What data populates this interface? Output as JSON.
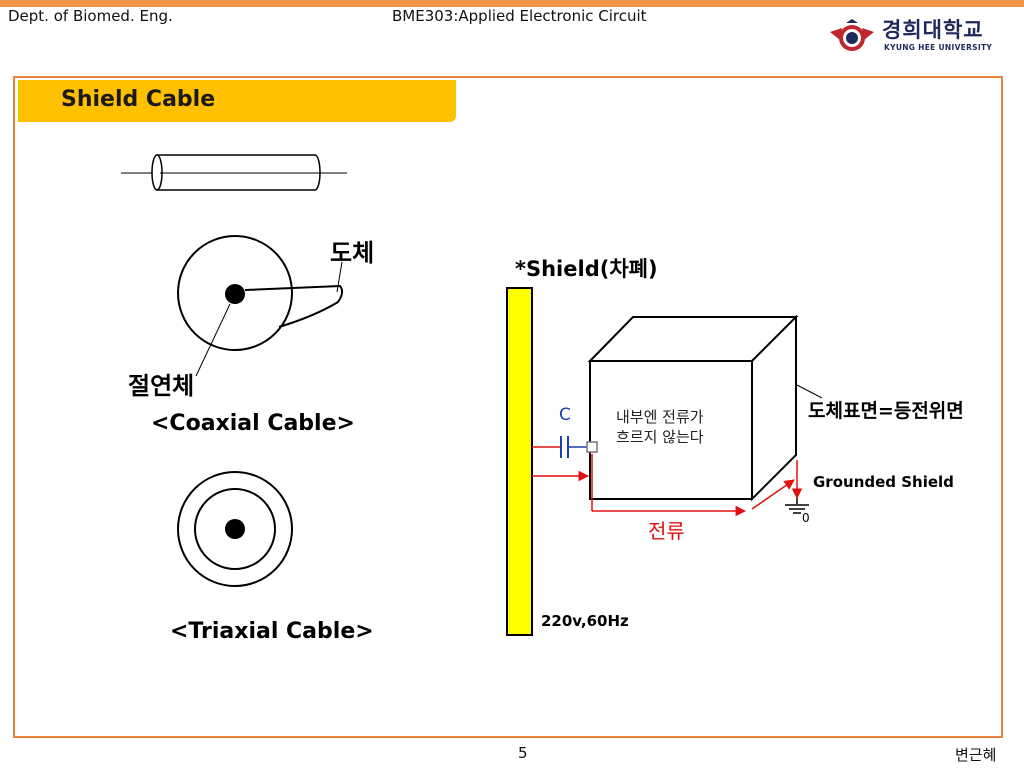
{
  "header": {
    "dept": "Dept. of Biomed. Eng.",
    "course": "BME303:Applied Electronic Circuit",
    "logo_kr": "경희대학교",
    "logo_en": "KYUNG HEE UNIVERSITY"
  },
  "slide": {
    "title": "Shield Cable",
    "labels": {
      "conductor": "도체",
      "insulator": "절연체",
      "coaxial": "<Coaxial Cable>",
      "triaxial": "<Triaxial Cable>",
      "shield": "*Shield(차폐)",
      "capacitor": "C",
      "inner_line1": "내부엔 전류가",
      "inner_line2": "흐르지 않는다",
      "surface": "도체표면=등전위면",
      "grounded": "Grounded Shield",
      "ground_value": "0",
      "current": "전류",
      "voltage": "220v,60Hz"
    }
  },
  "footer": {
    "page": "5",
    "author": "변근혜"
  },
  "colors": {
    "accent_orange": "#F0964A",
    "title_tab": "#FFC000",
    "plate_yellow": "#FFFF00",
    "current_red": "#E01010",
    "cap_blue": "#1A3FB0"
  }
}
